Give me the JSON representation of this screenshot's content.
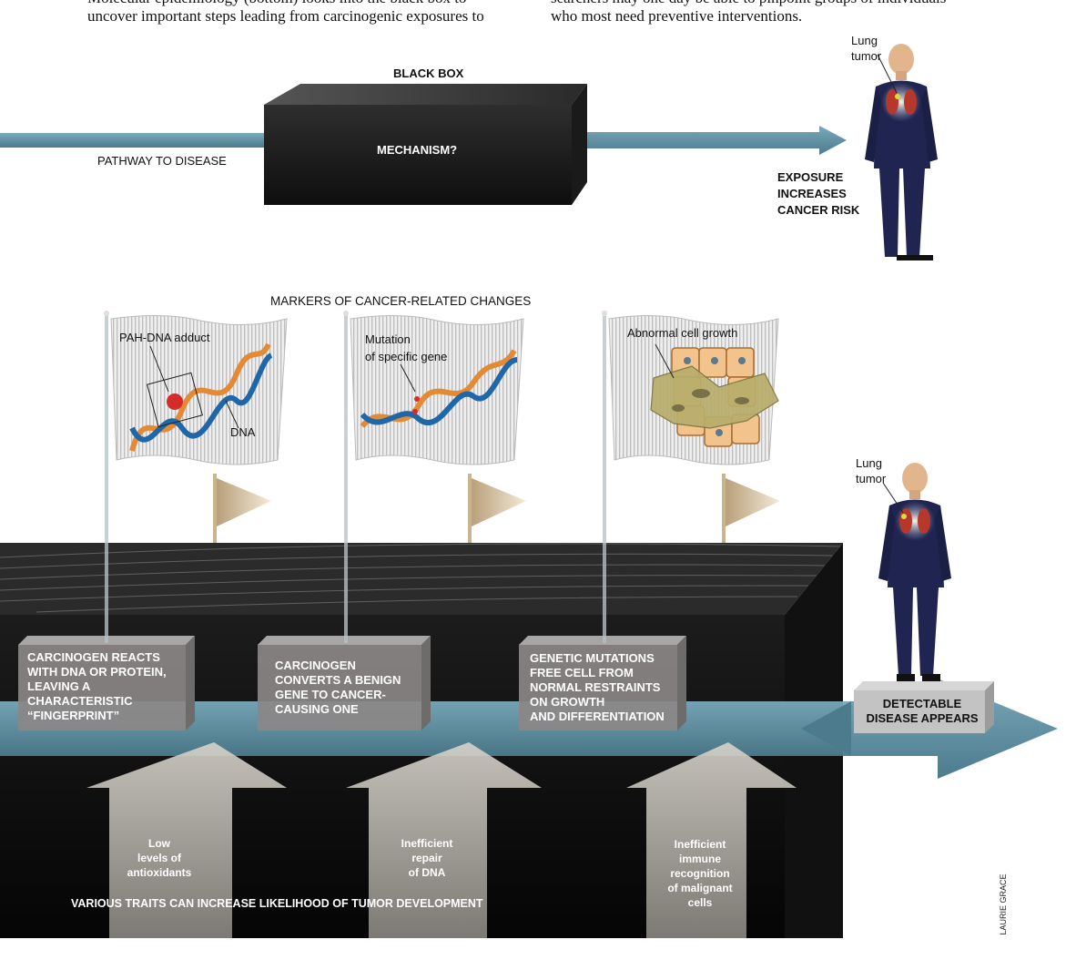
{
  "intro": {
    "left_line1": "Molecular epidemiology (bottom) looks into the black box to",
    "left_line2": "uncover important steps leading from carcinogenic exposures to",
    "right_line1": "searchers may one day be able to pinpoint groups of individuals",
    "right_line2": "who most need preventive interventions."
  },
  "top_diagram": {
    "black_box_title": "BLACK BOX",
    "mechanism": "MECHANISM?",
    "pathway": "PATHWAY TO DISEASE",
    "exposure_lines": [
      "EXPOSURE",
      "INCREASES",
      "CANCER RISK"
    ],
    "tumor_line1": "Lung",
    "tumor_line2": "tumor"
  },
  "markers": {
    "title": "MARKERS OF CANCER-RELATED CHANGES",
    "flag1_label": "PAH-DNA adduct",
    "flag1_dna": "DNA",
    "flag2_line1": "Mutation",
    "flag2_line2": "of specific gene",
    "flag3_label": "Abnormal cell growth"
  },
  "steps": {
    "step1": [
      "CARCINOGEN REACTS",
      "WITH DNA OR PROTEIN,",
      "LEAVING A",
      "CHARACTERISTIC",
      "“FINGERPRINT”"
    ],
    "step2": [
      "CARCINOGEN",
      "CONVERTS A BENIGN",
      "GENE TO CANCER-",
      "CAUSING ONE"
    ],
    "step3": [
      "GENETIC MUTATIONS",
      "FREE CELL FROM",
      "NORMAL RESTRAINTS",
      "ON GROWTH",
      "AND DIFFERENTIATION"
    ],
    "outcome": [
      "DETECTABLE",
      "DISEASE APPEARS"
    ],
    "tumor_line1": "Lung",
    "tumor_line2": "tumor"
  },
  "traits": {
    "trait1": [
      "Low",
      "levels of",
      "antioxidants"
    ],
    "trait2": [
      "Inefficient",
      "repair",
      "of DNA"
    ],
    "trait3": [
      "Inefficient",
      "immune",
      "recognition",
      "of malignant",
      "cells"
    ],
    "caption": "VARIOUS TRAITS CAN INCREASE LIKELIHOOD OF TUMOR DEVELOPMENT"
  },
  "credit": "LAURIE GRACE",
  "colors": {
    "pathway_blue": "#5f8fa0",
    "box_dark": "#151515",
    "tumor_red": "#b5382b",
    "suit_navy": "#1f2450",
    "dna_orange": "#e48a34",
    "dna_blue": "#1f67a8"
  }
}
